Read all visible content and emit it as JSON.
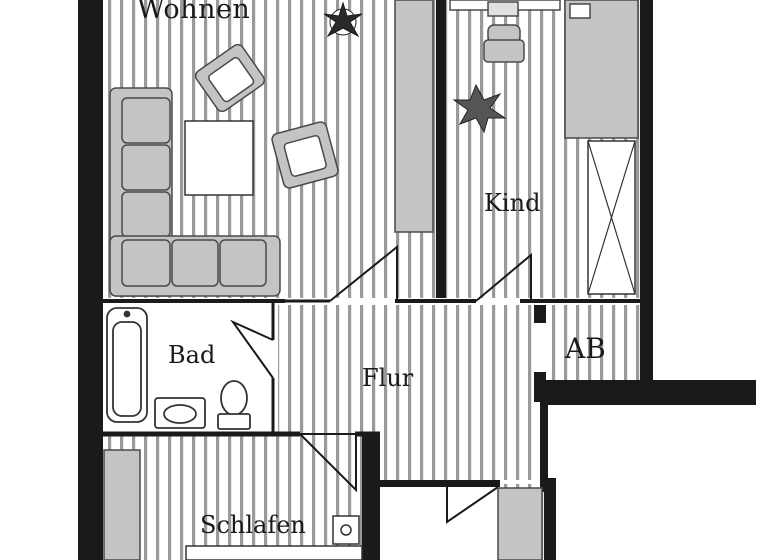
{
  "rooms": {
    "wohnen": "Wohnen",
    "kind": "Kind",
    "bad": "Bad",
    "ab": "AB",
    "flur": "Flur",
    "schlafen": "Schlafen"
  },
  "colors": {
    "wall": "#1a1a1a",
    "stripe": "#9a9a9a",
    "furniture_fill": "#c4c4c4",
    "furniture_stroke": "#4a4a4a",
    "background": "#ffffff"
  }
}
